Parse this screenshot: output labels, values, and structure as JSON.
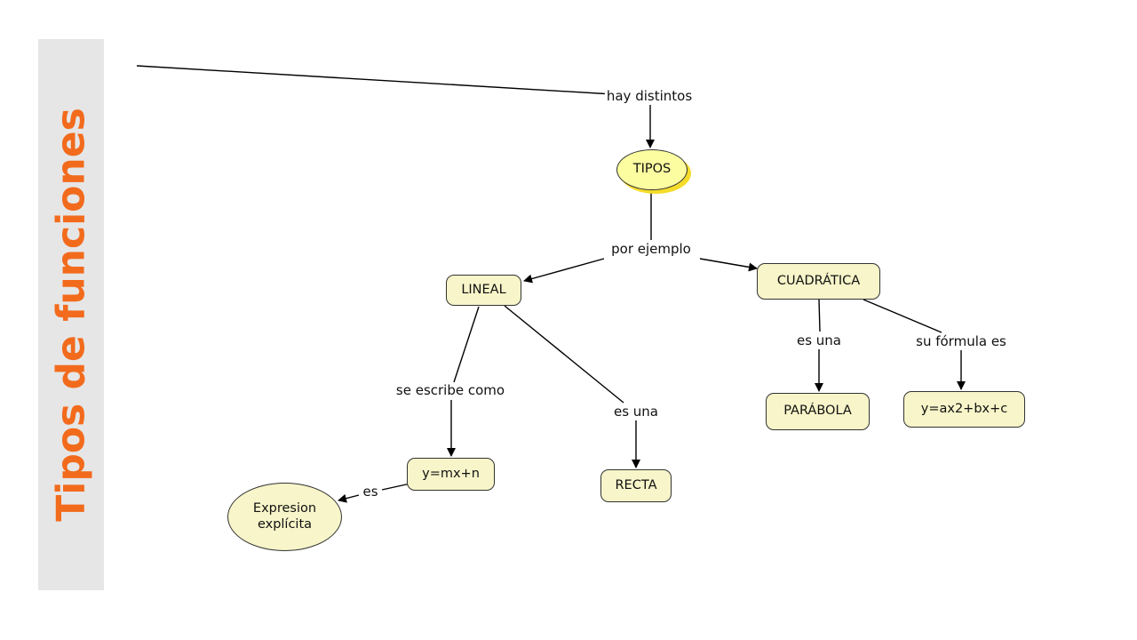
{
  "slide": {
    "title": "Tipos de funciones",
    "title_color": "#f26b1d",
    "sidebar_color": "#e6e6e6"
  },
  "concept_map": {
    "node_fill": "#f7f5c9",
    "highlight_fill": "#fcfca0",
    "highlight_shadow": "#f5dc2a",
    "nodes": {
      "tipos": "TIPOS",
      "lineal": "LINEAL",
      "cuadratica": "CUADRÁTICA",
      "ymxn": "y=mx+n",
      "recta": "RECTA",
      "parabola": "PARÁBOLA",
      "yax2": "y=ax2+bx+c",
      "expresion_line1": "Expresion",
      "expresion_line2": "explícita"
    },
    "links": {
      "hay_distintos": "hay distintos",
      "por_ejemplo": "por ejemplo",
      "se_escribe_como": "se escribe como",
      "es_una_lineal": "es una",
      "es": "es",
      "es_una_cuadratica": "es una",
      "su_formula_es": "su fórmula es"
    }
  }
}
